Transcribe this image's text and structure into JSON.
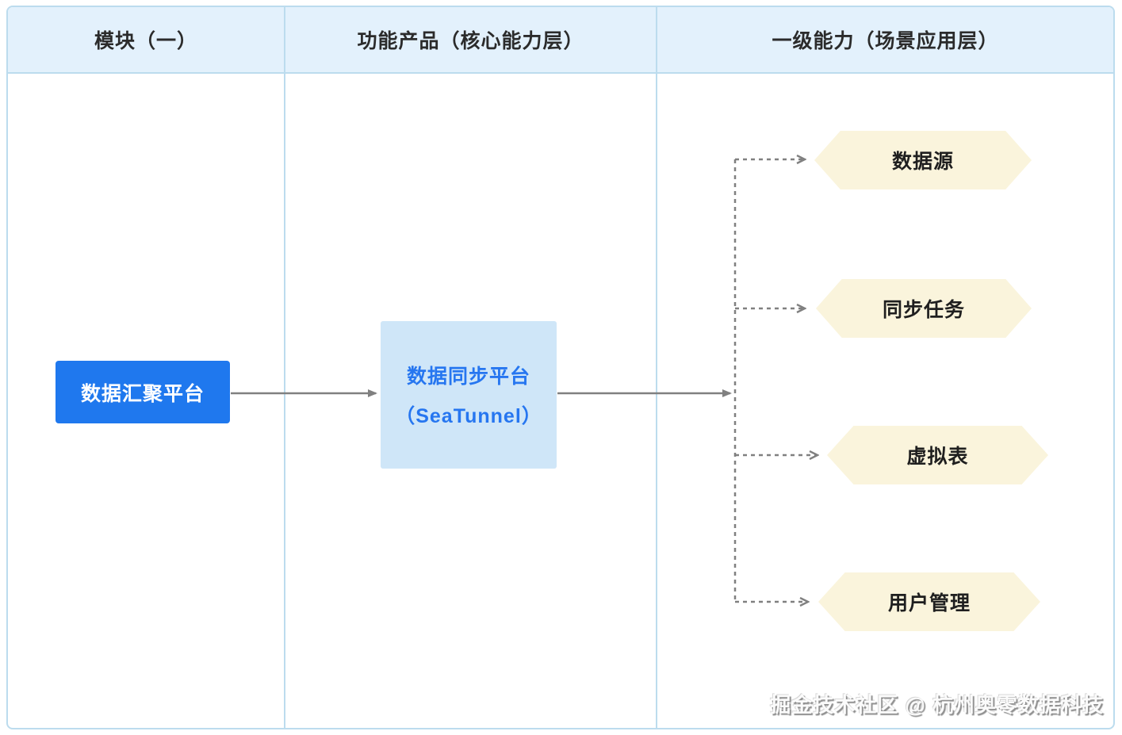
{
  "columns": [
    {
      "header": "模块（一）"
    },
    {
      "header": "功能产品（核心能力层）"
    },
    {
      "header": "一级能力（场景应用层）"
    }
  ],
  "nodes": {
    "module": "数据汇聚平台",
    "product_line1": "数据同步平台",
    "product_line2": "（SeaTunnel）",
    "capabilities": [
      "数据源",
      "同步任务",
      "虚拟表",
      "用户管理"
    ]
  },
  "watermark": "掘金技术社区 @ 杭州奥零数据科技",
  "colors": {
    "header_bg": "#e3f1fc",
    "grid_border": "#bcdcee",
    "module_fill": "#1f78ee",
    "module_text": "#ffffff",
    "product_fill": "#cfe6f8",
    "product_text": "#2676f0",
    "hex_fill": "#faf4dc",
    "hex_text": "#1f1f1f",
    "connector": "#808080"
  }
}
